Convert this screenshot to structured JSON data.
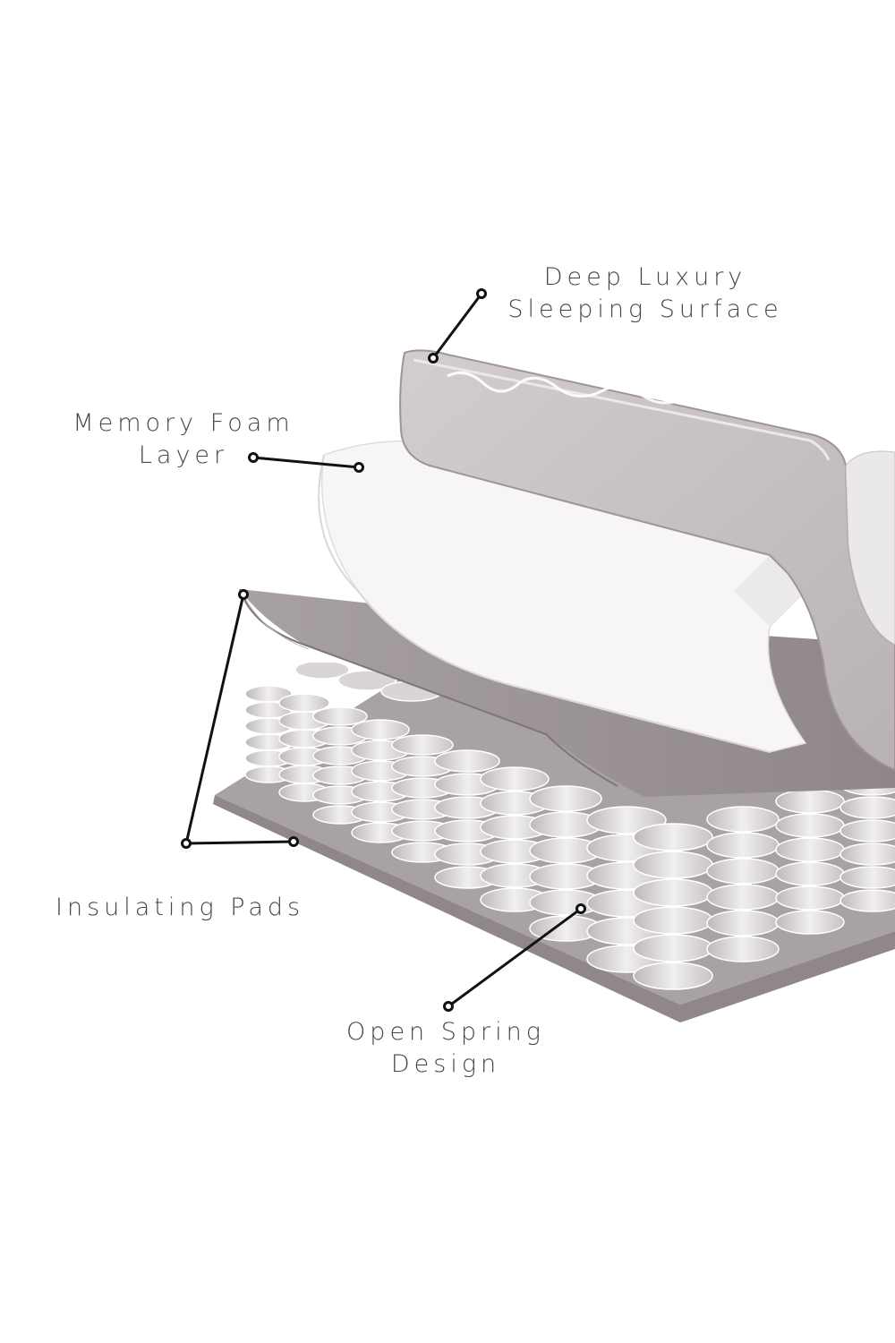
{
  "labels": {
    "surface": [
      "Deep Luxury",
      "Sleeping Surface"
    ],
    "memory_foam": [
      "Memory Foam",
      "Layer"
    ],
    "insulating_pads": "Insulating Pads",
    "open_spring": [
      "Open Spring",
      "Design"
    ]
  },
  "colors": {
    "text": "#4a4547",
    "surface_layer": "#cfc9cc",
    "foam_layer": "#f4f2f3",
    "pad_layer": "#a59ea1",
    "spring": "#e4e1e2",
    "leader_line": "#111111"
  }
}
